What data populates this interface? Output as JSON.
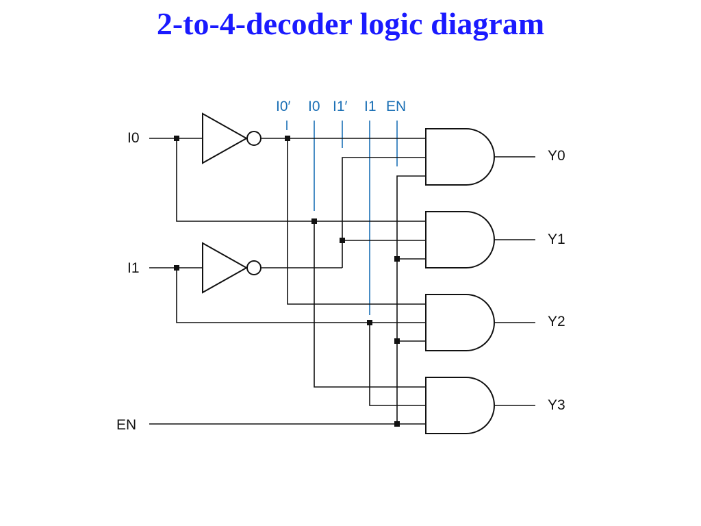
{
  "title": "2-to-4-decoder logic diagram",
  "inputs": {
    "i0": "I0",
    "i1": "I1",
    "en": "EN"
  },
  "bus_labels": {
    "i0_not": "I0′",
    "i0": "I0",
    "i1_not": "I1′",
    "i1": "I1",
    "en": "EN"
  },
  "outputs": {
    "y0": "Y0",
    "y1": "Y1",
    "y2": "Y2",
    "y3": "Y3"
  },
  "colors": {
    "title": "#1a1aff",
    "bus_label": "#1a6fb5",
    "wire": "#111111"
  }
}
